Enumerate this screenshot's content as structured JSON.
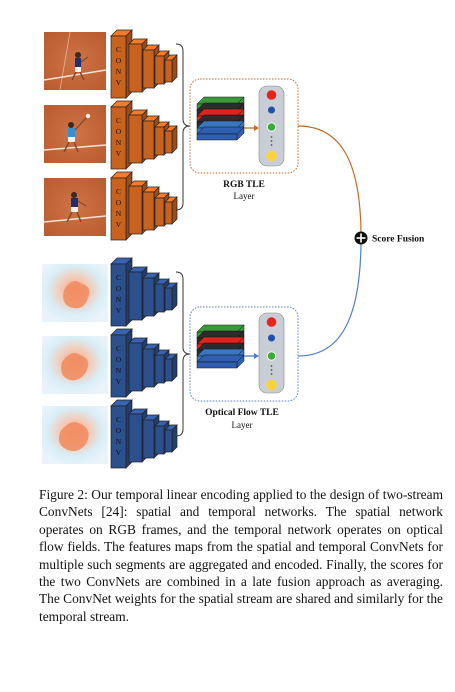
{
  "figure": {
    "conv_label": "CONV",
    "rgb_tle": {
      "title": "RGB TLE",
      "subtitle": "Layer"
    },
    "flow_tle": {
      "title": "Optical Flow TLE",
      "subtitle": "Layer"
    },
    "score_fusion": "Score Fusion",
    "colors": {
      "rgb_conv": "#c8621f",
      "flow_conv": "#2c4f8e",
      "rgb_line": "#c66a26",
      "flow_line": "#4f7fc4",
      "clay": "#c2693a",
      "score_red": "#e8221c",
      "score_blue": "#1f4fa8",
      "score_green": "#3fa83a",
      "score_yellow": "#ffd23a"
    }
  },
  "caption": {
    "prefix": "Figure 2:",
    "text": " Our temporal linear encoding applied to the de­sign of two-stream ConvNets [24]: spatial and temporal net­works. The spatial network operates on RGB frames, and the temporal network operates on optical flow fields. The features maps from the spatial and temporal ConvNets for multiple such segments are aggregated and encoded. Fi­nally, the scores for the two ConvNets are combined in a late fusion approach as averaging. The ConvNet weights for the spatial stream are shared and similarly for the tem­poral stream."
  }
}
